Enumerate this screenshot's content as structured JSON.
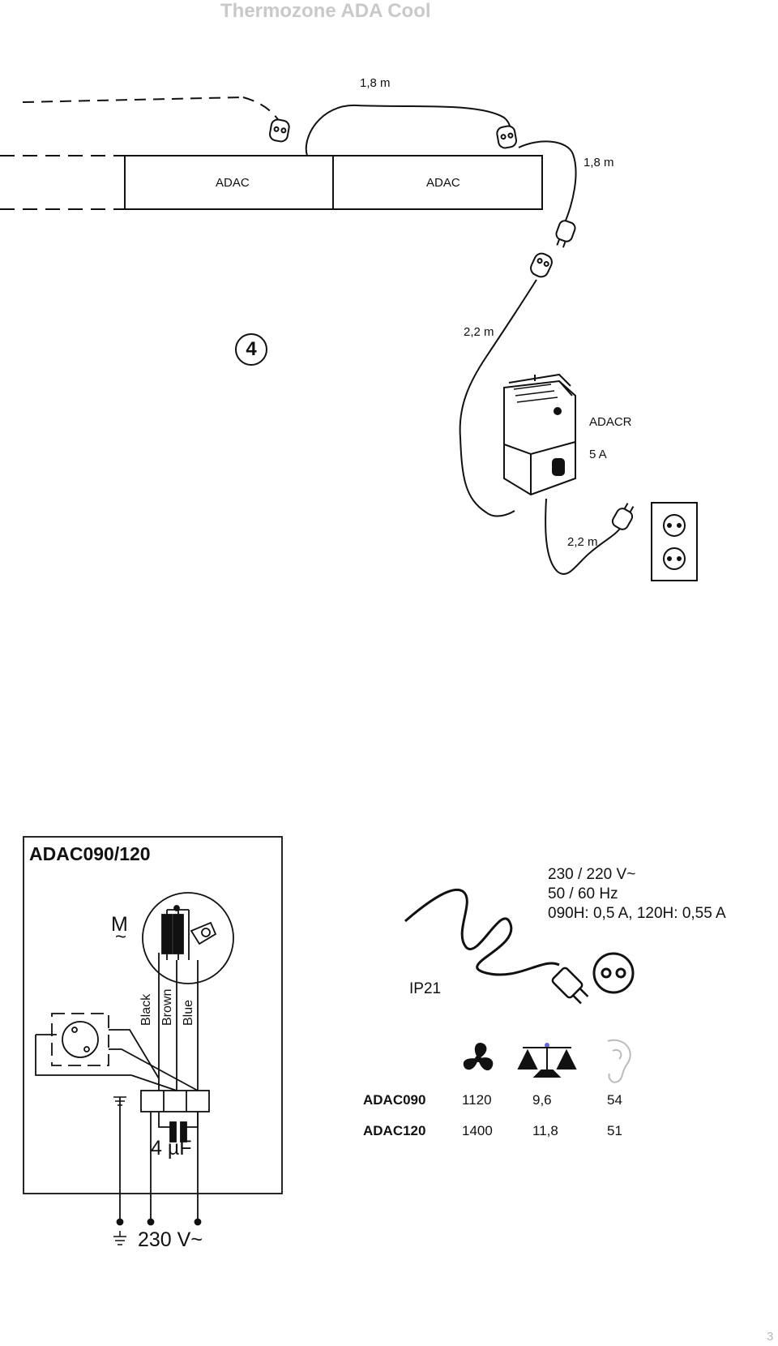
{
  "header": {
    "title": "Thermozone ADA Cool"
  },
  "installation_diagram": {
    "figure_number": "4",
    "cable_top": "1,8 m",
    "cable_right": "1,8 m",
    "cable_controller_in": "2,2 m",
    "cable_controller_out": "2,2 m",
    "unit_1": "ADAC",
    "unit_2": "ADAC",
    "controller_name": "ADACR",
    "controller_rating": "5 A"
  },
  "wiring_diagram": {
    "title": "ADAC090/120",
    "motor_symbol": "M",
    "motor_tilde": "~",
    "wire_1": "Black",
    "wire_2": "Brown",
    "wire_3": "Blue",
    "capacitor": "4 µF",
    "supply": "230 V~"
  },
  "specs": {
    "line_1": "230  / 220 V~",
    "line_2": "50 / 60 Hz",
    "line_3": "090H: 0,5 A, 120H: 0,55 A",
    "ip_rating": "IP21"
  },
  "table": {
    "icons": [
      "fan-icon",
      "scale-icon",
      "ear-icon"
    ],
    "rows": [
      {
        "model": "ADAC090",
        "airflow": "1120",
        "weight": "9,6",
        "sound": "54"
      },
      {
        "model": "ADAC120",
        "airflow": "1400",
        "weight": "11,8",
        "sound": "51"
      }
    ]
  },
  "footer": {
    "page_number": "3"
  }
}
